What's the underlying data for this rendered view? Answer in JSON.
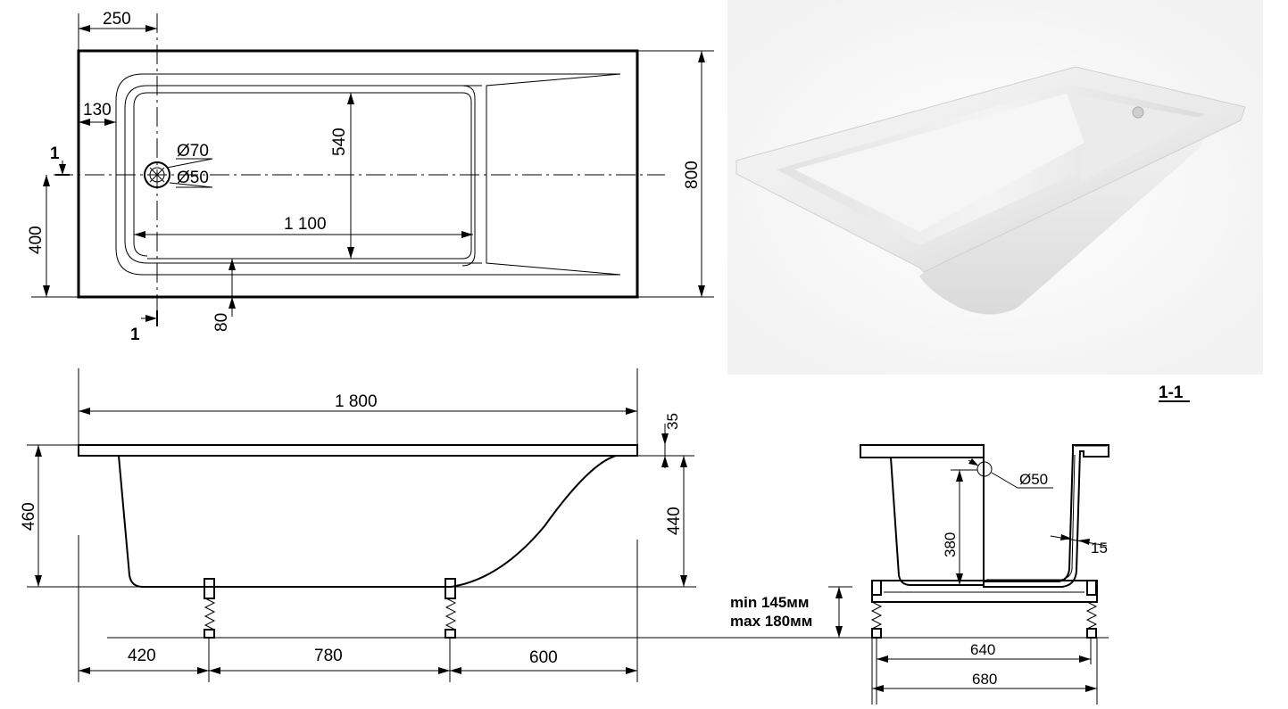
{
  "top_view": {
    "dim_250": "250",
    "dim_130": "130",
    "dim_540": "540",
    "dim_1100": "1 100",
    "dim_400": "400",
    "dim_80": "80",
    "dim_800": "800",
    "drain_outer": "Ø70",
    "drain_inner": "Ø50",
    "section_mark": "1"
  },
  "side_view": {
    "dim_1800": "1 800",
    "dim_35": "35",
    "dim_460": "460",
    "dim_440": "440",
    "dim_420": "420",
    "dim_780": "780",
    "dim_600": "600"
  },
  "legs": {
    "min_height": "min 145мм",
    "max_height": "max 180мм"
  },
  "section_view": {
    "title": "1-1",
    "dim_380": "380",
    "dim_drain": "Ø50",
    "dim_15": "15",
    "dim_640": "640",
    "dim_680": "680"
  },
  "photo": {
    "subject": "white acrylic rectangular bathtub 3D render"
  }
}
